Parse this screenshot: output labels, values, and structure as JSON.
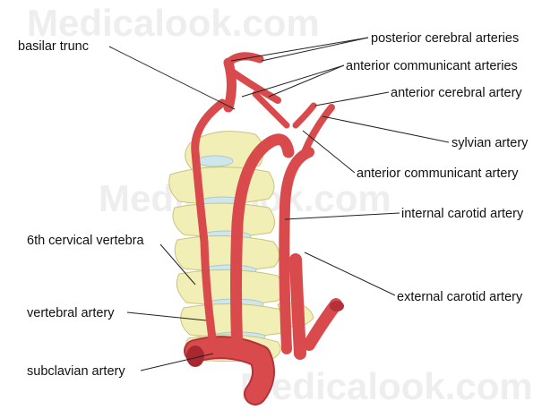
{
  "watermark": "Medicalook.com",
  "colors": {
    "artery": "#d94a4c",
    "artery_dark": "#b3313a",
    "artery_light": "#f08a86",
    "bone": "#f1efb6",
    "disc": "#cfe6ea",
    "text": "#111111"
  },
  "labels": {
    "basilar_trunc": "basilar trunc",
    "posterior_cerebral_arteries": "posterior cerebral arteries",
    "anterior_communicant_arteries": "anterior communicant arteries",
    "anterior_cerebral_artery": "anterior cerebral artery",
    "sylvian_artery": "sylvian artery",
    "anterior_communicant_artery": "anterior communicant artery",
    "internal_carotid_artery": "internal carotid artery",
    "sixth_cervical_vertebra": "6th cervical vertebra",
    "vertebral_artery": "vertebral artery",
    "external_carotid_artery": "external carotid artery",
    "subclavian_artery": "subclavian artery"
  }
}
